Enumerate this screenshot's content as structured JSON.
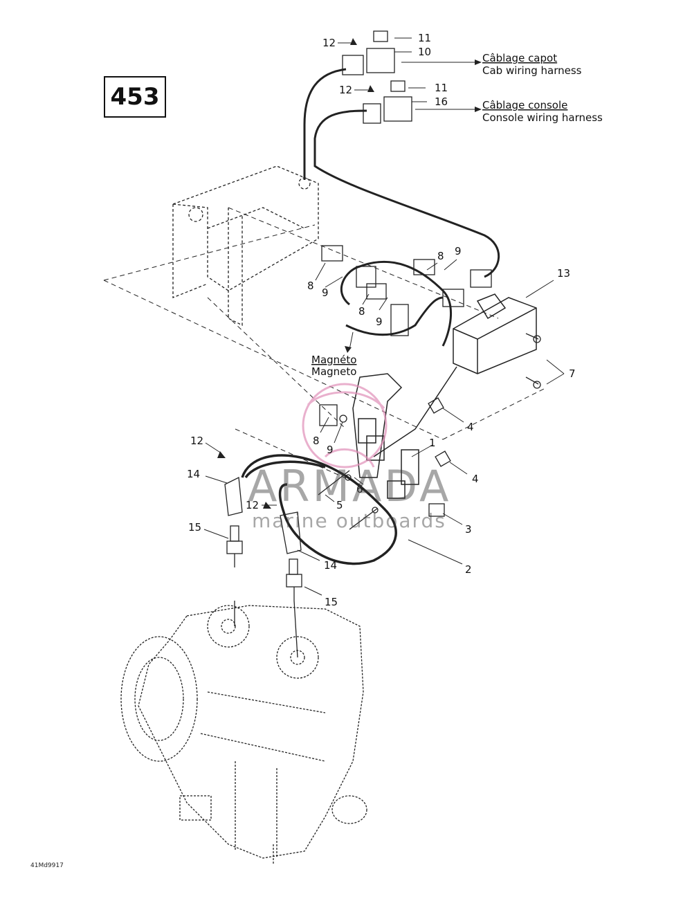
{
  "figure": {
    "number": "453",
    "code": "41Md9917"
  },
  "harness": {
    "cab_fr": "Câblage capot",
    "cab_en": "Cab wiring harness",
    "console_fr": "Câblage console",
    "console_en": "Console wiring harness",
    "magneto_fr": "Magnéto",
    "magneto_en": "Magneto"
  },
  "callouts": [
    "12",
    "11",
    "10",
    "12",
    "11",
    "16",
    "8",
    "9",
    "8",
    "9",
    "8",
    "9",
    "13",
    "7",
    "4",
    "1",
    "4",
    "8",
    "9",
    "12",
    "14",
    "5",
    "6",
    "12",
    "3",
    "15",
    "14",
    "2",
    "15"
  ],
  "watermark": {
    "name": "ARMADA",
    "sub": "marine outboards",
    "color": "#e090b8"
  }
}
